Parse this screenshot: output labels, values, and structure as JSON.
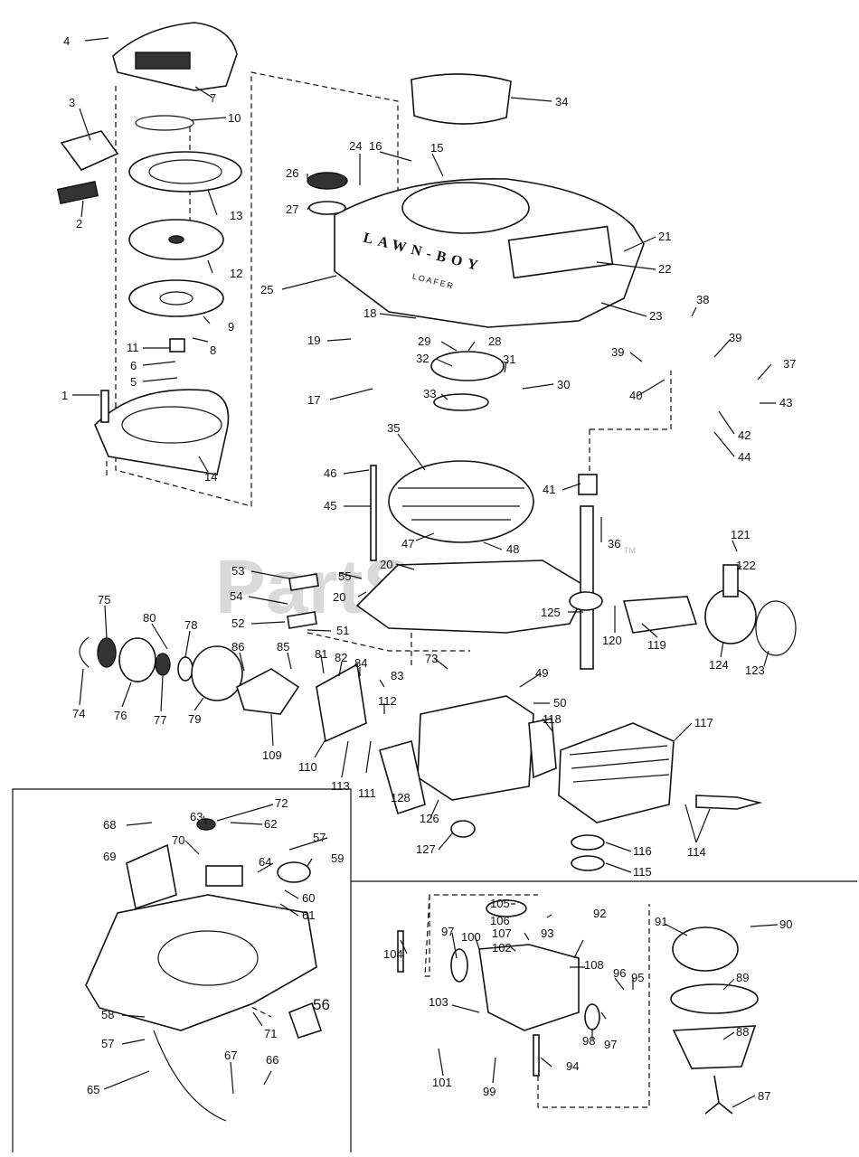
{
  "watermark": {
    "text": "PartStree",
    "tm": "TM"
  },
  "housing_text": {
    "brand": "LAWN-BOY",
    "model": "LOAFER"
  },
  "part_numbers": [
    "1",
    "2",
    "3",
    "4",
    "5",
    "6",
    "7",
    "8",
    "9",
    "10",
    "11",
    "12",
    "13",
    "14",
    "15",
    "16",
    "17",
    "18",
    "19",
    "20",
    "21",
    "22",
    "23",
    "24",
    "25",
    "26",
    "27",
    "28",
    "29",
    "30",
    "31",
    "32",
    "33",
    "34",
    "35",
    "36",
    "37",
    "38",
    "39",
    "40",
    "41",
    "42",
    "43",
    "44",
    "45",
    "46",
    "47",
    "48",
    "49",
    "50",
    "51",
    "52",
    "53",
    "54",
    "55",
    "56",
    "57",
    "58",
    "59",
    "60",
    "61",
    "62",
    "63",
    "64",
    "65",
    "66",
    "67",
    "68",
    "69",
    "70",
    "71",
    "72",
    "73",
    "74",
    "75",
    "76",
    "77",
    "78",
    "79",
    "80",
    "81",
    "82",
    "83",
    "84",
    "85",
    "86",
    "87",
    "88",
    "89",
    "90",
    "91",
    "92",
    "93",
    "94",
    "95",
    "96",
    "97",
    "98",
    "99",
    "100",
    "101",
    "102",
    "103",
    "104",
    "105",
    "106",
    "107",
    "108",
    "109",
    "110",
    "111",
    "112",
    "113",
    "114",
    "115",
    "116",
    "117",
    "118",
    "119",
    "120",
    "121",
    "122",
    "123",
    "124",
    "125",
    "126",
    "127",
    "128"
  ],
  "labels": {
    "p1": "1",
    "p2": "2",
    "p3": "3",
    "p4": "4",
    "p5": "5",
    "p6": "6",
    "p7": "7",
    "p8": "8",
    "p9": "9",
    "p10": "10",
    "p11": "11",
    "p12": "12",
    "p13": "13",
    "p14": "14",
    "p15": "15",
    "p16": "16",
    "p17": "17",
    "p18": "18",
    "p19": "19",
    "p20a": "20",
    "p20b": "20",
    "p21": "21",
    "p22": "22",
    "p23": "23",
    "p24": "24",
    "p25": "25",
    "p26": "26",
    "p27": "27",
    "p28": "28",
    "p29": "29",
    "p30": "30",
    "p31": "31",
    "p32": "32",
    "p33": "33",
    "p34": "34",
    "p35": "35",
    "p36": "36",
    "p37": "37",
    "p38": "38",
    "p39a": "39",
    "p39b": "39",
    "p40": "40",
    "p41": "41",
    "p42": "42",
    "p43": "43",
    "p44": "44",
    "p45": "45",
    "p46": "46",
    "p47": "47",
    "p48": "48",
    "p49": "49",
    "p50": "50",
    "p51": "51",
    "p52": "52",
    "p53": "53",
    "p54": "54",
    "p55": "55",
    "p56": "56",
    "p57a": "57",
    "p57b": "57",
    "p58": "58",
    "p59": "59",
    "p60": "60",
    "p61": "61",
    "p62": "62",
    "p63": "63",
    "p64": "64",
    "p65": "65",
    "p66": "66",
    "p67": "67",
    "p68": "68",
    "p69": "69",
    "p70": "70",
    "p71": "71",
    "p72": "72",
    "p73": "73",
    "p74": "74",
    "p75": "75",
    "p76": "76",
    "p77": "77",
    "p78": "78",
    "p79": "79",
    "p80": "80",
    "p81": "81",
    "p82": "82",
    "p83": "83",
    "p84": "84",
    "p85": "85",
    "p86": "86",
    "p87": "87",
    "p88": "88",
    "p89": "89",
    "p90": "90",
    "p91": "91",
    "p92": "92",
    "p93": "93",
    "p94": "94",
    "p95": "95",
    "p96": "96",
    "p97a": "97",
    "p97b": "97",
    "p98": "98",
    "p99": "99",
    "p100": "100",
    "p101": "101",
    "p102": "102",
    "p103": "103",
    "p104": "104",
    "p105": "105",
    "p106": "106",
    "p107": "107",
    "p108": "108",
    "p109": "109",
    "p110": "110",
    "p111": "111",
    "p112": "112",
    "p113": "113",
    "p114": "114",
    "p115": "115",
    "p116": "116",
    "p117": "117",
    "p118": "118",
    "p119": "119",
    "p120": "120",
    "p121": "121",
    "p122": "122",
    "p123": "123",
    "p124": "124",
    "p125": "125",
    "p126": "126",
    "p127": "127",
    "p128": "128"
  }
}
